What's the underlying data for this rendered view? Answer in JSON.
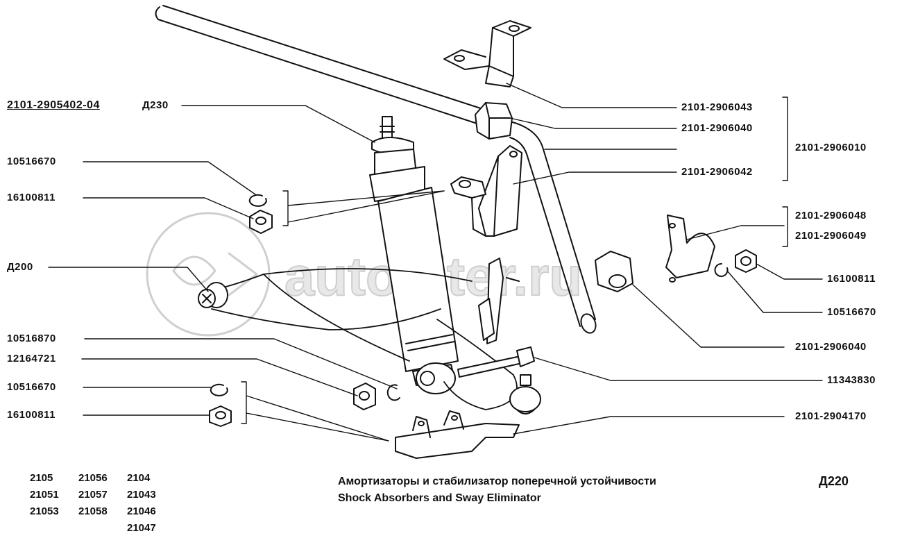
{
  "header": {
    "main_part": "2101-2905402-04",
    "main_ref": "Д230"
  },
  "left_labels": {
    "l1": "10516670",
    "l2": "16100811",
    "l3": "Д200",
    "l4": "10516870",
    "l5": "12164721",
    "l6": "10516670",
    "l7": "16100811"
  },
  "right_labels": {
    "r1": "2101-2906043",
    "r2": "2101-2906040",
    "r3": "2101-2906042",
    "r4": "2101-2906010",
    "r5": "2101-2906048",
    "r6": "2101-2906049",
    "r7": "16100811",
    "r8": "10516670",
    "r9": "2101-2906040",
    "r10": "11343830",
    "r11": "2101-2904170"
  },
  "models": {
    "col1": [
      "2105",
      "21051",
      "21053"
    ],
    "col2": [
      "21056",
      "21057",
      "21058"
    ],
    "col3": [
      "2104",
      "21043",
      "21046",
      "21047"
    ]
  },
  "caption": {
    "ru": "Амортизаторы и стабилизатор поперечной устойчивости",
    "en": "Shock Absorbers and Sway Eliminator"
  },
  "page_code": "Д220",
  "watermark": "autopiter.ru"
}
